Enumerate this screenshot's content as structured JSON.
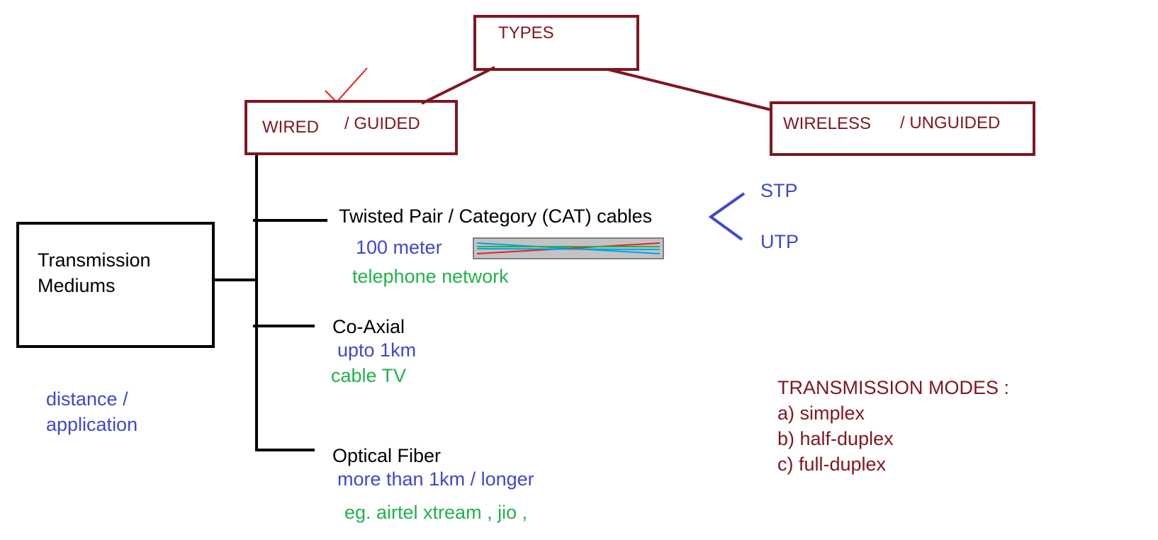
{
  "diagram": {
    "types_label": "TYPES",
    "wired": {
      "label_part1": "WIRED",
      "label_part2": "/ GUIDED"
    },
    "wireless": {
      "label_part1": "WIRELESS",
      "label_part2": "/ UNGUIDED"
    },
    "root": {
      "line1": "Transmission",
      "line2": "Mediums"
    },
    "side_note": {
      "line1": "distance /",
      "line2": "application"
    },
    "branches": {
      "twisted_pair": {
        "title": "Twisted Pair / Category (CAT) cables",
        "distance": "100 meter",
        "application": "telephone network",
        "sub_types": [
          "STP",
          "UTP"
        ]
      },
      "coaxial": {
        "title": "Co-Axial",
        "distance": "upto 1km",
        "application": "cable TV"
      },
      "optical_fiber": {
        "title": "Optical Fiber",
        "distance": "more than 1km / longer",
        "application": "eg. airtel xtream , jio ,"
      }
    },
    "transmission_modes": {
      "heading": "TRANSMISSION MODES :",
      "items": [
        "a) simplex",
        "b) half-duplex",
        "c) full-duplex"
      ]
    },
    "colors": {
      "box_red": "#7f1720",
      "text_blue": "#3f48cc",
      "text_green": "#22b14c",
      "check_red": "#ed1c24",
      "cable_red": "#ed1c24",
      "cable_green": "#22b14c",
      "cable_blue": "#00a2e8"
    },
    "icons": [
      "checkmark-icon",
      "twisted-pair-cable-icon"
    ]
  }
}
